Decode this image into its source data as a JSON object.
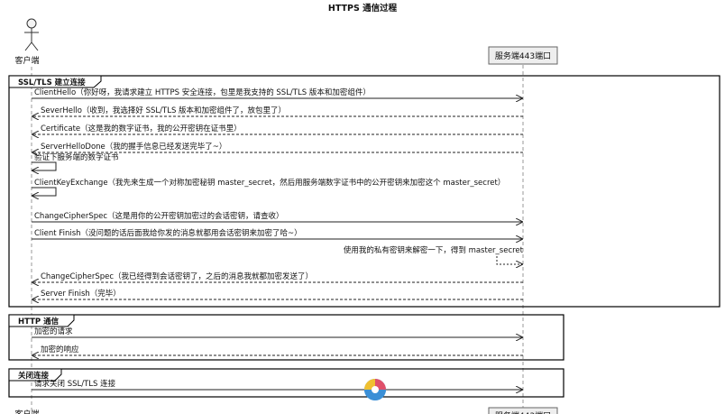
{
  "diagram": {
    "title": "HTTPS 通信过程",
    "participants": {
      "client": "客户端",
      "server": "服务端443端口"
    },
    "groups": [
      {
        "id": "ssl",
        "title": "SSL/TLS 建立连接",
        "messages": [
          {
            "from": "client",
            "to": "server",
            "style": "solid",
            "text": "ClientHello（你好呀，我请求建立 HTTPS 安全连接，包里是我支持的 SSL/TLS 版本和加密组件）"
          },
          {
            "from": "server",
            "to": "client",
            "style": "dashed",
            "text": "SeverHello（收到，我选择好 SSL/TLS 版本和加密组件了，放包里了）"
          },
          {
            "from": "server",
            "to": "client",
            "style": "dashed",
            "text": "Certificate（这是我的数字证书，我的公开密钥在证书里）"
          },
          {
            "from": "server",
            "to": "client",
            "style": "dashed",
            "text": "ServerHelloDone（我的握手信息已经发送完毕了~）"
          },
          {
            "from": "client",
            "to": "client",
            "style": "solid",
            "text": "验证下服务端的数字证书"
          },
          {
            "from": "client",
            "to": "client",
            "style": "solid",
            "text": "ClientKeyExchange（我先来生成一个对称加密秘钥 master_secret，然后用服务端数字证书中的公开密钥来加密这个 master_secret）"
          },
          {
            "from": "client",
            "to": "server",
            "style": "solid",
            "text": "ChangeCipherSpec（这是用你的公开密钥加密过的会话密钥，请查收）"
          },
          {
            "from": "client",
            "to": "server",
            "style": "solid",
            "text": "Client Finish（没问题的话后面我给你发的消息就都用会话密钥来加密了哈~）"
          },
          {
            "from": "server",
            "to": "server",
            "style": "dashed",
            "text": "使用我的私有密钥来解密一下，得到 master_secret"
          },
          {
            "from": "server",
            "to": "client",
            "style": "dashed",
            "text": "ChangeCipherSpec（我已经得到会话密钥了，之后的消息我就都加密发送了）"
          },
          {
            "from": "server",
            "to": "client",
            "style": "dashed",
            "text": "Server Finish（完毕）"
          }
        ]
      },
      {
        "id": "http",
        "title": "HTTP 通信",
        "messages": [
          {
            "from": "client",
            "to": "server",
            "style": "solid",
            "text": "加密的请求"
          },
          {
            "from": "server",
            "to": "client",
            "style": "dashed",
            "text": "加密的响应"
          }
        ]
      },
      {
        "id": "close",
        "title": "关闭连接",
        "messages": [
          {
            "from": "client",
            "to": "server",
            "style": "solid",
            "text": "请求关闭 SSL/TLS 连接"
          }
        ]
      }
    ],
    "colors": {
      "line": "#222222",
      "lifeline": "#888888",
      "participant_fill": "#eeeeee",
      "frame_stroke": "#000000"
    }
  }
}
